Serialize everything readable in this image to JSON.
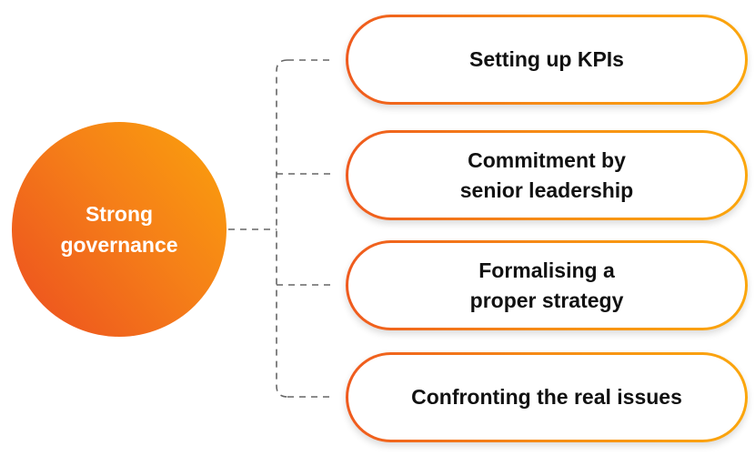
{
  "colors": {
    "accent_orange": "#f57f18",
    "accent_red_orange": "#ec4d20",
    "accent_amber": "#fba20c",
    "connector_gray": "#666666",
    "text_dark": "#111111"
  },
  "diagram": {
    "hub": {
      "label": "Strong\ngovernance"
    },
    "items": [
      {
        "label": "Setting up KPIs"
      },
      {
        "label": "Commitment by\nsenior leadership"
      },
      {
        "label": "Formalising a\nproper strategy"
      },
      {
        "label": "Confronting the real issues"
      }
    ]
  }
}
